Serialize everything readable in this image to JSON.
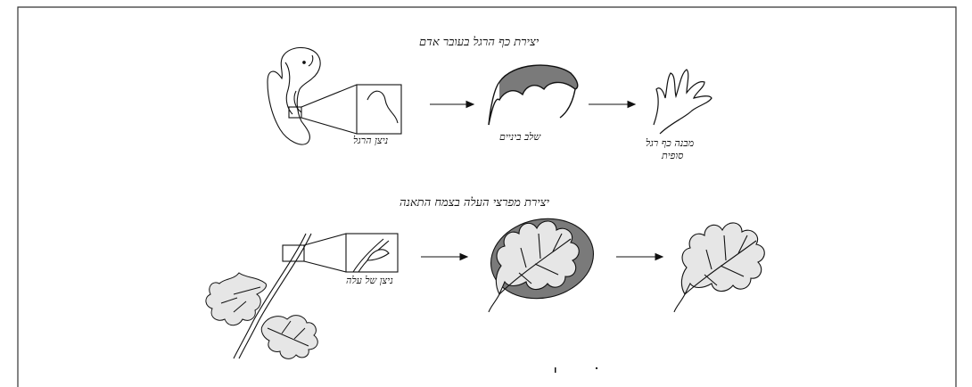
{
  "diagram": {
    "row1": {
      "title": "יצירת כף הרגל בעובר אדם",
      "stage1_label": "ניצן הרגל",
      "stage2_label": "שלב ביניים",
      "stage3_label_line1": "מבנה כף רגל",
      "stage3_label_line2": "סופית"
    },
    "row2": {
      "title": "יצירת מפרצי העלה בצמח התאנה",
      "stage1_label": "ניצן של עלה"
    },
    "colors": {
      "ink": "#111111",
      "dark_fill": "#7a7a7a",
      "leaf_fill": "#e6e6e6"
    }
  }
}
